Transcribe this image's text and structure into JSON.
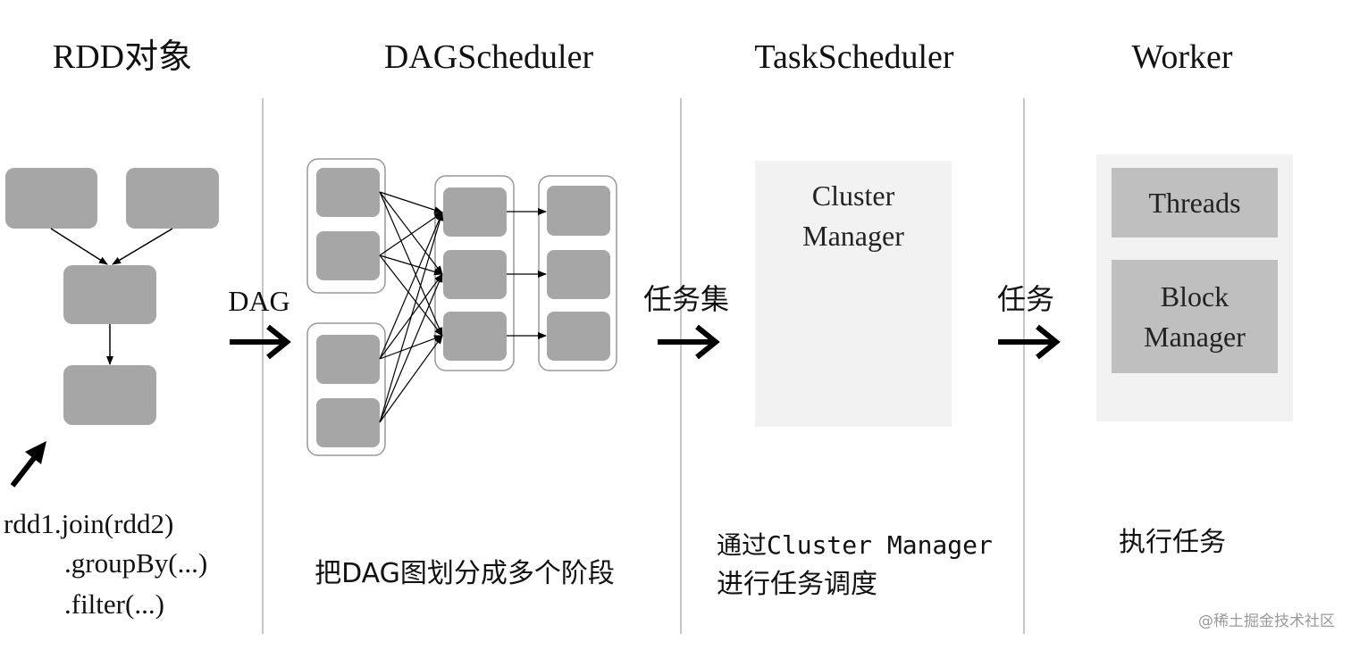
{
  "columns": {
    "rdd": {
      "title": "RDD对象"
    },
    "dag": {
      "title": "DAGScheduler",
      "caption": "把DAG图划分成多个阶段"
    },
    "task": {
      "title": "TaskScheduler",
      "box_label_line1": "Cluster",
      "box_label_line2": "Manager",
      "caption_line1": "通过Cluster Manager",
      "caption_line2": "进行任务调度"
    },
    "worker": {
      "title": "Worker",
      "threads_label": "Threads",
      "block_label_line1": "Block",
      "block_label_line2": "Manager",
      "caption": "执行任务"
    }
  },
  "flows": {
    "dag_label": "DAG",
    "taskset_label": "任务集",
    "task_label": "任务"
  },
  "code": {
    "line1": "rdd1.join(rdd2)",
    "line2": ".groupBy(...)",
    "line3": ".filter(...)"
  },
  "watermark": "@稀土掘金技术社区",
  "colors": {
    "node_fill": "#a6a6a6",
    "panel_fill": "#f2f2f2",
    "worker_inner_fill": "#bfbfbf",
    "divider": "#c8c8c8",
    "stage_border": "#999999"
  }
}
